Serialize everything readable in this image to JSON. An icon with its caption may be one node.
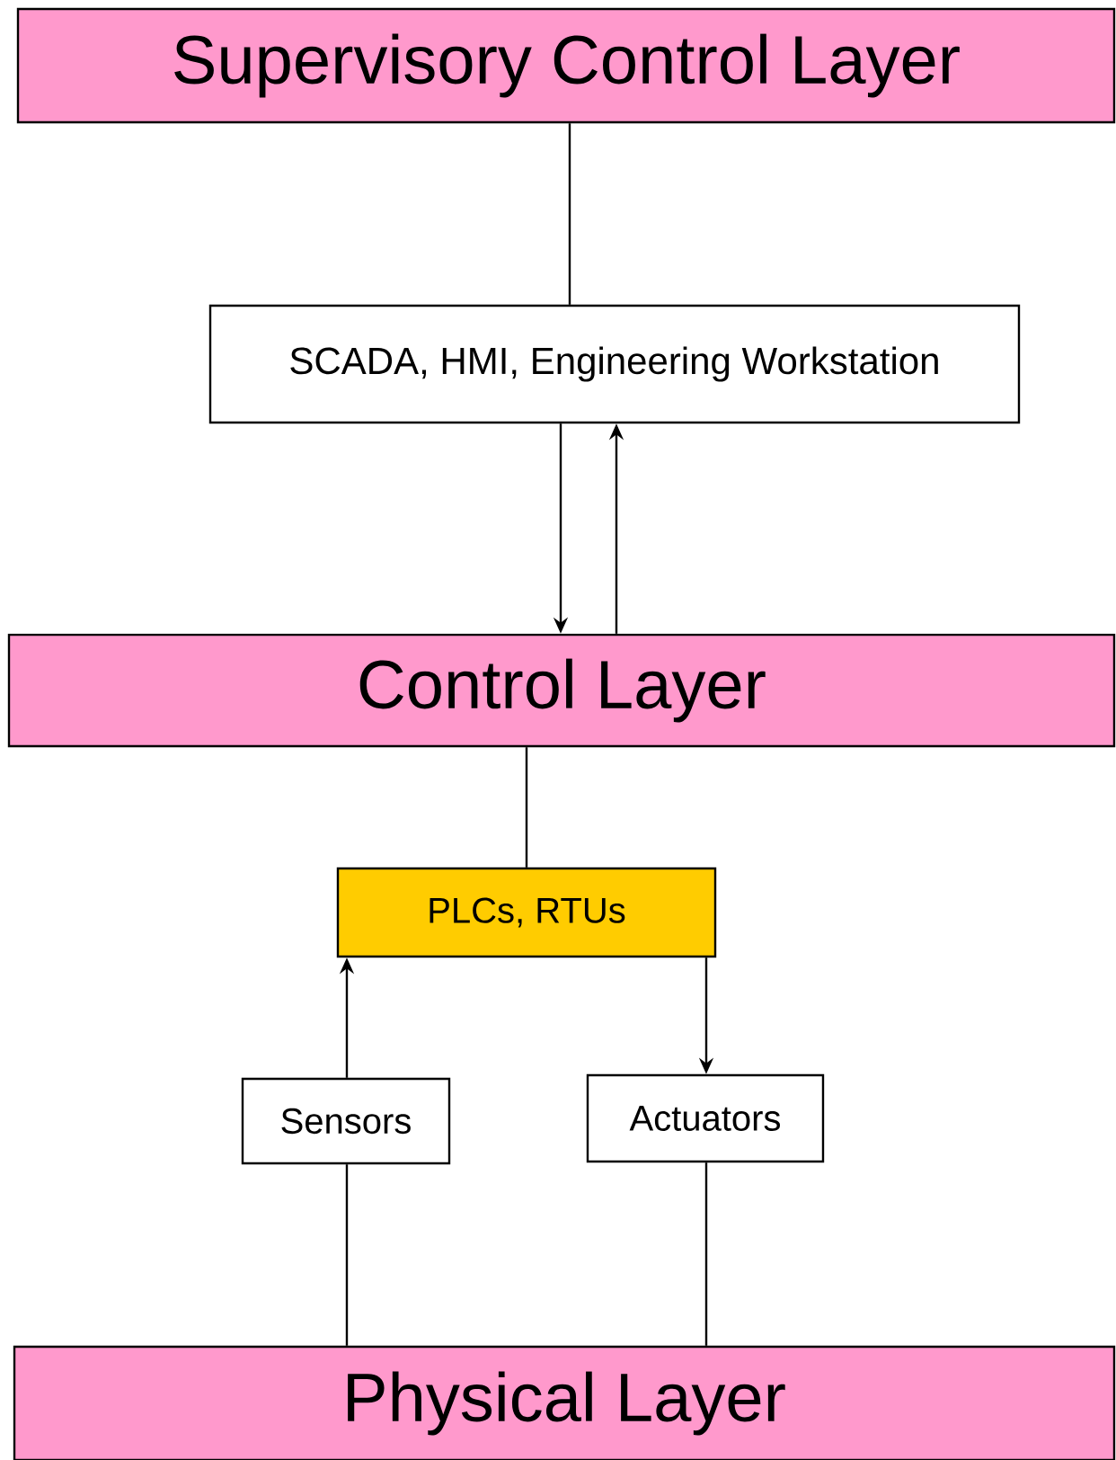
{
  "diagram": {
    "nodes": [
      {
        "text": [
          "Supervisory Control Layer"
        ]
      },
      {
        "text": [
          "SCADA, HMI, Engineering Workstation"
        ]
      },
      {
        "text": [
          "Control Layer"
        ]
      },
      {
        "text": [
          "PLCs, RTUs"
        ]
      },
      {
        "text": [
          "Sensors"
        ]
      },
      {
        "text": [
          "Actuators"
        ]
      },
      {
        "text": [
          "Physical Layer"
        ]
      }
    ],
    "edges": [
      {
        "from": 0,
        "to": 1,
        "arrow": "none"
      },
      {
        "from": 1,
        "to": 2,
        "arrow": "to"
      },
      {
        "from": 2,
        "to": 1,
        "arrow": "to"
      },
      {
        "from": 2,
        "to": 3,
        "arrow": "none"
      },
      {
        "from": 4,
        "to": 3,
        "arrow": "to"
      },
      {
        "from": 3,
        "to": 5,
        "arrow": "to"
      },
      {
        "from": 6,
        "to": 4,
        "arrow": "none"
      },
      {
        "from": 6,
        "to": 5,
        "arrow": "none"
      }
    ]
  }
}
